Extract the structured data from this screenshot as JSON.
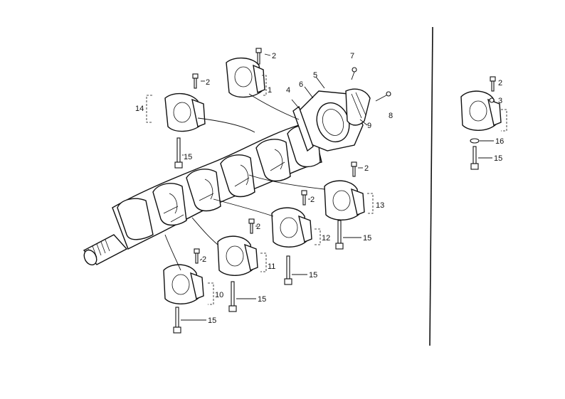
{
  "callouts": {
    "c1_upper": "1",
    "c2_upper_a": "2",
    "c2_upper_b": "2",
    "c4": "4",
    "c5": "5",
    "c6": "6",
    "c7": "7",
    "c8": "8",
    "c9": "9",
    "c14": "14",
    "c15_upper": "15",
    "c2_mid_right": "2",
    "c13": "13",
    "c15_mid_right": "15",
    "c2_mid": "2",
    "c12": "12",
    "c15_mid": "15",
    "c2_lower_mid": "2",
    "c11": "11",
    "c15_lower_mid": "15",
    "c2_lower_left": "2",
    "c10": "10",
    "c15_lower_left_a": "15",
    "c15_lower_left_b": "15",
    "c2_right": "2",
    "c3_right": "3",
    "c16_right": "16",
    "c15_right": "15"
  }
}
